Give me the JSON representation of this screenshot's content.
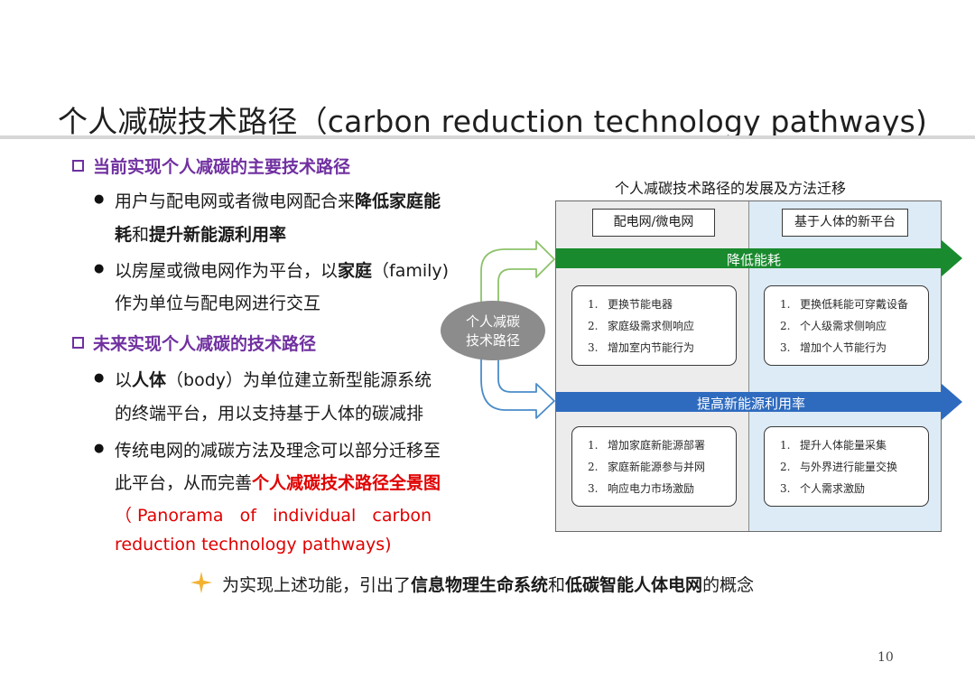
{
  "title": "个人减碳技术路径（carbon reduction technology pathways)",
  "section1": {
    "heading": "当前实现个人减碳的主要技术路径",
    "bullet1": {
      "line1_a": "用户与配电网或者微电网配合来",
      "line1_b": "降低家庭能",
      "line2_a": "耗",
      "line2_b": "和",
      "line2_c": "提升新能源利用率"
    },
    "bullet2": {
      "line1_a": "以房屋或微电网作为平台，以",
      "line1_b": "家庭",
      "line1_c": "（family)",
      "line2": "作为单位与配电网进行交互"
    }
  },
  "section2": {
    "heading": "未来实现个人减碳的技术路径",
    "bullet1": {
      "line1_a": "以",
      "line1_b": "人体",
      "line1_c": "（body）为单位建立新型能源系统",
      "line2": "的终端平台，用以支持基于人体的碳减排"
    },
    "bullet2": {
      "line1": "传统电网的减碳方法及理念可以部分迁移至",
      "line2_a": "此平台，从而完善",
      "line2_b": "个人减碳技术路径全景图",
      "line3": "（ Panorama   of   individual   carbon",
      "line4": "reduction technology pathways)"
    }
  },
  "bottom": {
    "text_a": "为实现上述功能，引出了",
    "text_b": "信息物理生命系统",
    "text_c": "和",
    "text_d": "低碳智能人体电网",
    "text_e": "的概念"
  },
  "diagram": {
    "title": "个人减碳技术路径的发展及方法迁移",
    "left_header": "配电网/微电网",
    "right_header": "基于人体的新平台",
    "band1": "降低能耗",
    "band2": "提高新能源利用率",
    "oval": "个人减碳\n技术路径",
    "box_tl": [
      {
        "num": "1.",
        "text": "更换节能电器"
      },
      {
        "num": "2.",
        "text": "家庭级需求侧响应"
      },
      {
        "num": "3.",
        "text": "增加室内节能行为"
      }
    ],
    "box_tr": [
      {
        "num": "1.",
        "text": "更换低耗能可穿戴设备"
      },
      {
        "num": "2.",
        "text": "个人级需求侧响应"
      },
      {
        "num": "3.",
        "text": "增加个人节能行为"
      }
    ],
    "box_bl": [
      {
        "num": "1.",
        "text": "增加家庭新能源部署"
      },
      {
        "num": "2.",
        "text": "家庭新能源参与并网"
      },
      {
        "num": "3.",
        "text": "响应电力市场激励"
      }
    ],
    "box_br": [
      {
        "num": "1.",
        "text": "提升人体能量采集"
      },
      {
        "num": "2.",
        "text": "与外界进行能量交换"
      },
      {
        "num": "3.",
        "text": "个人需求激励"
      }
    ]
  },
  "page_number": "10",
  "colors": {
    "purple": "#7030a0",
    "red": "#e00000",
    "green_band": "#1a8a2e",
    "blue_band": "#2e6bbf",
    "oval": "#8c8c8c",
    "star": "#f2b233"
  }
}
